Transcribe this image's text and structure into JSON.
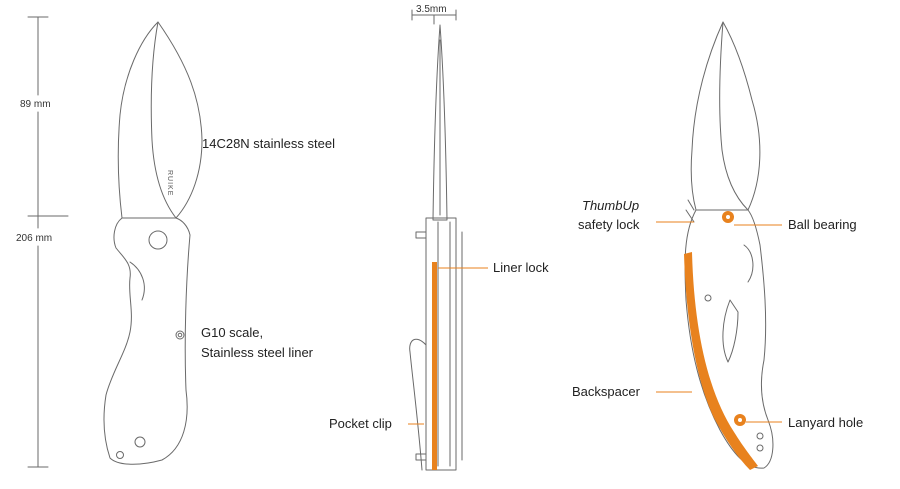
{
  "dimensions": {
    "blade_length": "89 mm",
    "overall_length": "206 mm",
    "blade_thickness": "3.5mm"
  },
  "brand_mark": "RUIKE",
  "labels": {
    "blade_steel": "14C28N stainless steel",
    "handle_line1": "G10 scale,",
    "handle_line2": "Stainless steel liner",
    "liner_lock": "Liner lock",
    "pocket_clip": "Pocket clip",
    "thumbup_line1": "ThumbUp",
    "thumbup_line2": "safety lock",
    "ball_bearing": "Ball bearing",
    "backspacer": "Backspacer",
    "lanyard_hole": "Lanyard hole"
  },
  "colors": {
    "line": "#6a6a6a",
    "accent_orange": "#e8821e",
    "text": "#222222"
  }
}
